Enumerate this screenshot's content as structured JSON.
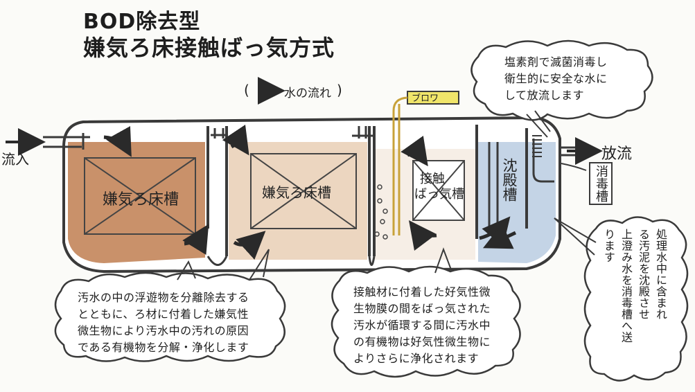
{
  "title": {
    "line1": "BOD除去型",
    "line2": "嫌気ろ床接触ばっ気方式"
  },
  "legend": {
    "open_paren": "(",
    "label": "水の流れ",
    "close_paren": ")"
  },
  "labels": {
    "inflow": "流入",
    "outflow": "放流",
    "blower": "ブロワ",
    "tank1": "嫌気ろ床槽",
    "tank2": "嫌気ろ床槽",
    "tank3_line1": "接触",
    "tank3_line2": "ばっ気槽",
    "tank4": "沈殿槽",
    "disinfect": "消毒槽"
  },
  "callouts": {
    "disinfection": "塩素剤で滅菌消毒し\n衛生的に安全な水に\nして放流します",
    "anaerobic": "汚水の中の浮遊物を分離除去する\nとともに、ろ材に付着した嫌気性\n微生物により汚水中の汚れの原因\nである有機物を分解・浄化します",
    "aeration": "接触材に付着した好気性微\n生物膜の間をばっ気された\n汚水が循環する間に汚水中\nの有機物は好気性微生物に\nよりさらに浄化されます",
    "sedimentation": "処理水中に含まれ\nる汚泥を沈殿させ\n上澄み水を消毒槽へ送\nります"
  },
  "colors": {
    "tank1_fill": "#c9916a",
    "tank2_fill": "#ecd6c0",
    "tank3_fill": "#f6eee6",
    "tank4_fill": "#c4d4e6",
    "outline": "#3a3a3a",
    "blower_fill": "#f0e56a"
  }
}
